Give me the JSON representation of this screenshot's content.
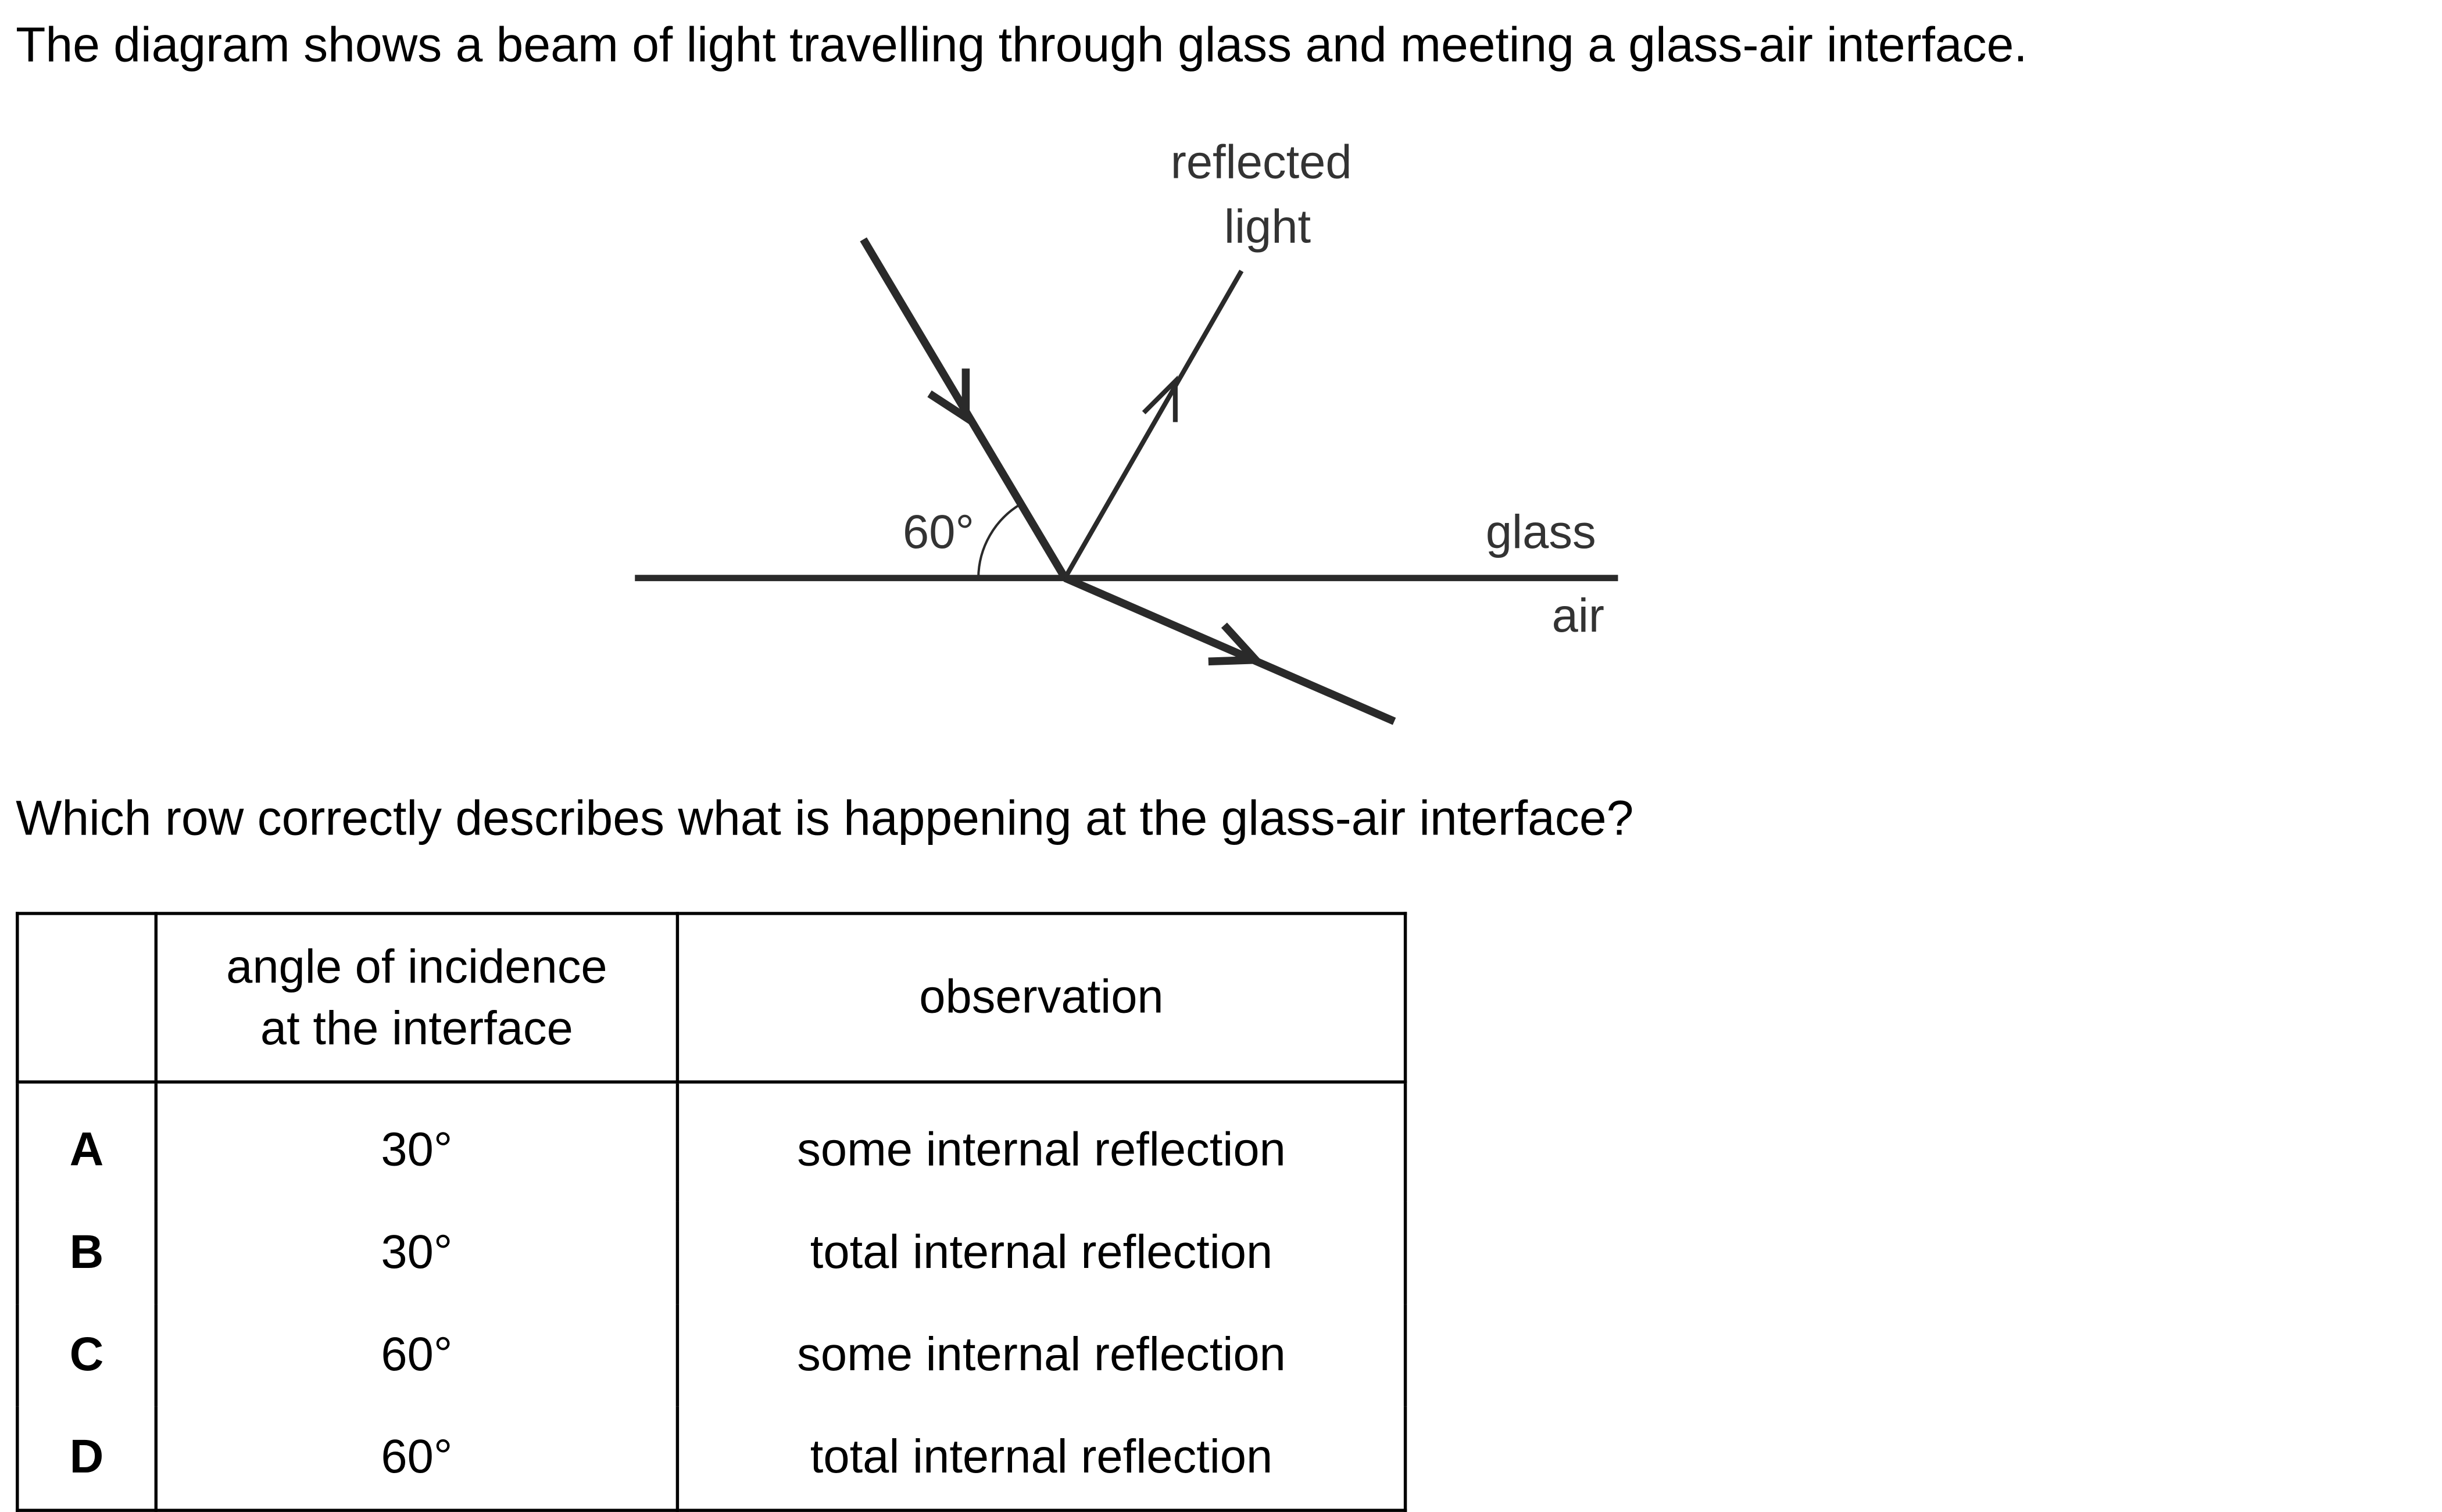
{
  "intro": "The diagram shows a beam of light travelling through glass and meeting a glass-air interface.",
  "diagram": {
    "reflected_label_line1": "reflected",
    "reflected_label_line2": "light",
    "angle_label": "60°",
    "glass_label": "glass",
    "air_label": "air"
  },
  "question": "Which row correctly describes what is happening at the glass-air interface?",
  "table": {
    "headers": [
      "",
      "angle of incidence",
      "at the interface",
      "observation"
    ],
    "rows": [
      {
        "option": "A",
        "angle": "30°",
        "observation": "some internal reflection"
      },
      {
        "option": "B",
        "angle": "30°",
        "observation": "total internal reflection"
      },
      {
        "option": "C",
        "angle": "60°",
        "observation": "some internal reflection"
      },
      {
        "option": "D",
        "angle": "60°",
        "observation": "total internal reflection"
      }
    ]
  }
}
